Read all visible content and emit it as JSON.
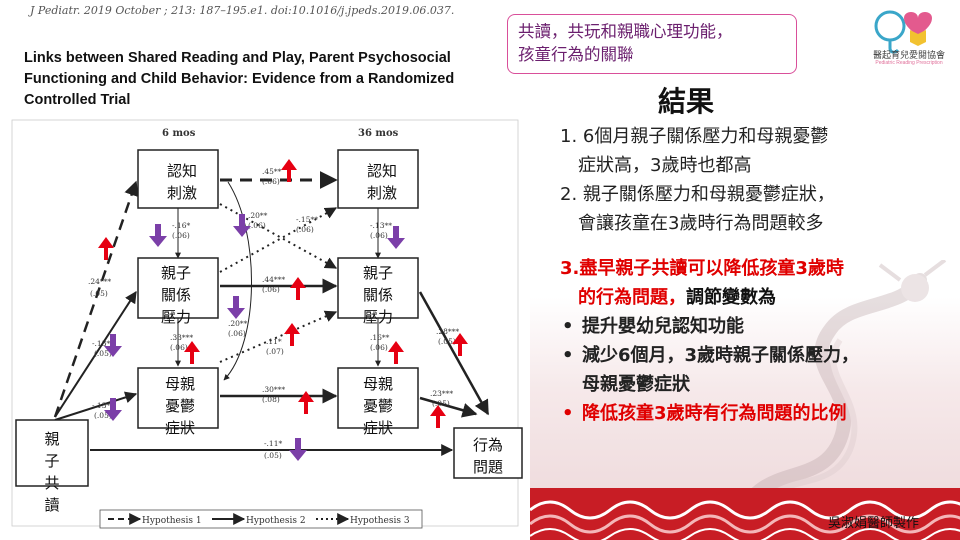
{
  "citation": "J Pediatr. 2019 October ; 213: 187–195.e1. doi:10.1016/j.jpeds.2019.06.037.",
  "paper_title": "Links between Shared Reading and Play, Parent Psychosocial Functioning and Child Behavior: Evidence from a Randomized Controlled Trial",
  "callout": {
    "line1": "共讀，共玩和親職心理功能，",
    "line2": "孩童行為的關聯"
  },
  "logo": {
    "name": "醫起育兒愛閱協會",
    "sub": "Pediatric Reading Prescription"
  },
  "results_title": "結果",
  "results": {
    "item1_a": "1. 6個月親子關係壓力和母親憂鬱",
    "item1_b": "症狀高，3歲時也都高",
    "item2_a": "2. 親子關係壓力和母親憂鬱症狀，",
    "item2_b": "會讓孩童在3歲時行為問題較多",
    "item3_a": "3.盡早親子共讀可以降低孩童3歲時",
    "item3_b_red": "的行為問題，",
    "item3_b_black": "調節變數為",
    "bullet1": "提升嬰幼兒認知功能",
    "bullet2_a": "減少6個月，3歲時親子關係壓力，",
    "bullet2_b": "母親憂鬱症狀",
    "bullet3": "降低孩童3歲時有行為問題的比例"
  },
  "credit": "吳淑娟醫師製作",
  "diagram": {
    "col_6": "6 mos",
    "col_36": "36 mos",
    "cog6": [
      "認知",
      "刺激"
    ],
    "cog36": [
      "認知",
      "刺激"
    ],
    "stress6": [
      "親子",
      "關係",
      "壓力"
    ],
    "stress36": [
      "親子",
      "關係",
      "壓力"
    ],
    "dep6": [
      "母親",
      "憂鬱",
      "症狀"
    ],
    "dep36": [
      "母親",
      "憂鬱",
      "症狀"
    ],
    "shared": [
      "親",
      "子",
      "共",
      "讀"
    ],
    "behavior": [
      "行為",
      "問題"
    ],
    "coef": {
      "c1": ".45**",
      "c1b": "(.06)",
      "c2": "-.16*",
      "c2b": "(.06)",
      "c3": "-.15**",
      "c3b": "(.06)",
      "c4": "-.13**",
      "c4b": "(.06)",
      "c5": ".20**",
      "c5b": "(.06)",
      "c6": ".24***",
      "c6b": "(.05)",
      "c7": ".44***",
      "c7b": "(.06)",
      "c8": "-.13*",
      "c8b": "(.05)",
      "c9": ".33***",
      "c9b": "(.06)",
      "c10": ".20**",
      "c10b": "(.06)",
      "c11": ".11*",
      "c11b": "(.07)",
      "c12": ".16**",
      "c12b": "(.06)",
      "c13": ".28***",
      "c13b": "(.05)",
      "c14": "-.13*",
      "c14b": "(.05)",
      "c15": ".30***",
      "c15b": "(.08)",
      "c16": ".23***",
      "c16b": "(.05)",
      "c17": "-.11*",
      "c17b": "(.05)"
    },
    "legend": {
      "h1": "Hypothesis 1",
      "h2": "Hypothesis 2",
      "h3": "Hypothesis 3"
    }
  },
  "colors": {
    "up_arrow": "#e60012",
    "down_arrow": "#7b3fa8",
    "callout_border": "#d94f9a"
  }
}
